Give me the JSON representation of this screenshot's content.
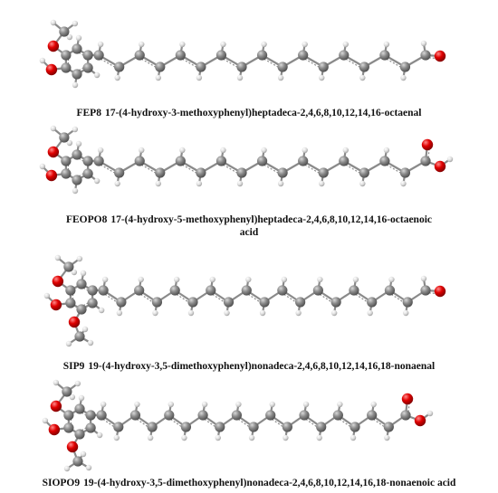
{
  "figure": {
    "molecules": [
      {
        "code": "FEP8",
        "name_line1": "17-(4-hydroxy-3-methoxyphenyl)heptadeca-2,4,6,8,10,12,14,16-octaenal",
        "name_line2": "",
        "ring_substituents": [
          "methoxy-top",
          "hydroxy-middle"
        ],
        "chain_double_bonds": 8,
        "end_group": "aldehyde"
      },
      {
        "code": "FEOPO8",
        "name_line1": "17-(4-hydroxy-5-methoxyphenyl)heptadeca-2,4,6,8,10,12,14,16-octaenoic",
        "name_line2": "acid",
        "ring_substituents": [
          "methoxy-top",
          "hydroxy-middle"
        ],
        "chain_double_bonds": 8,
        "end_group": "carboxylic-acid"
      },
      {
        "code": "SIP9",
        "name_line1": "19-(4-hydroxy-3,5-dimethoxyphenyl)nonadeca-2,4,6,8,10,12,14,16,18-nonaenal",
        "name_line2": "",
        "ring_substituents": [
          "methoxy-top",
          "hydroxy-middle",
          "methoxy-bottom"
        ],
        "chain_double_bonds": 9,
        "end_group": "aldehyde"
      },
      {
        "code": "SIOPO9",
        "name_line1": "19-(4-hydroxy-3,5-dimethoxyphenyl)nonadeca-2,4,6,8,10,12,14,16,18-nonaenoic acid",
        "name_line2": "",
        "ring_substituents": [
          "methoxy-top",
          "hydroxy-middle",
          "methoxy-bottom"
        ],
        "chain_double_bonds": 9,
        "end_group": "carboxylic-acid"
      }
    ],
    "colors": {
      "carbon": "#7a7a7a",
      "hydrogen": "#d9d9d9",
      "oxygen": "#d40000",
      "bond": "#8a8a8a"
    }
  }
}
